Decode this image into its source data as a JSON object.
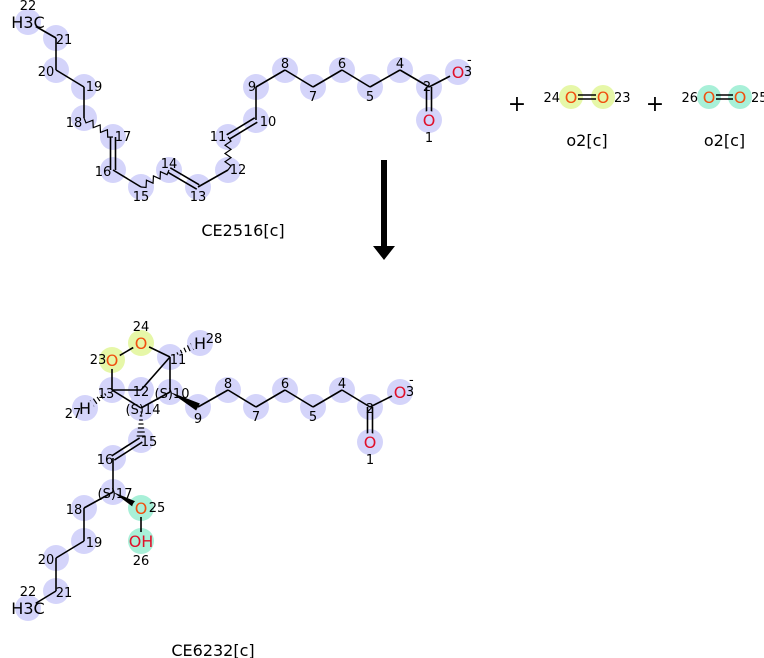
{
  "colors": {
    "carbon_highlight": "#d4d4fa",
    "o2_yellow": "#e6f7a8",
    "o2_teal": "#a8f0d8",
    "oxygen": "#e0102a",
    "oxygen_orange": "#f05010",
    "bond": "#000000"
  },
  "reactant": {
    "name": "CE2516[c]",
    "atoms": [
      {
        "num": "22",
        "sym": "H3C"
      },
      {
        "num": "21"
      },
      {
        "num": "20"
      },
      {
        "num": "19"
      },
      {
        "num": "18"
      },
      {
        "num": "17"
      },
      {
        "num": "16"
      },
      {
        "num": "15"
      },
      {
        "num": "14"
      },
      {
        "num": "13"
      },
      {
        "num": "12"
      },
      {
        "num": "11"
      },
      {
        "num": "10"
      },
      {
        "num": "9"
      },
      {
        "num": "8"
      },
      {
        "num": "7"
      },
      {
        "num": "6"
      },
      {
        "num": "5"
      },
      {
        "num": "4"
      },
      {
        "num": "2"
      },
      {
        "num": "3",
        "sym": "O",
        "charge": "-"
      },
      {
        "num": "1",
        "sym": "O"
      }
    ]
  },
  "o2_a": {
    "name": "o2[c]",
    "atoms": [
      {
        "num": "24",
        "sym": "O"
      },
      {
        "num": "23",
        "sym": "O"
      }
    ]
  },
  "o2_b": {
    "name": "o2[c]",
    "atoms": [
      {
        "num": "26",
        "sym": "O"
      },
      {
        "num": "25",
        "sym": "O"
      }
    ]
  },
  "plus": "+",
  "product": {
    "name": "CE6232[c]",
    "atoms": [
      {
        "num": "23",
        "sym": "O"
      },
      {
        "num": "24",
        "sym": "O"
      },
      {
        "num": "11"
      },
      {
        "num": "13"
      },
      {
        "num": "12"
      },
      {
        "num": "(S)10"
      },
      {
        "num": "(S)14"
      },
      {
        "num": "9"
      },
      {
        "num": "8"
      },
      {
        "num": "7"
      },
      {
        "num": "6"
      },
      {
        "num": "5"
      },
      {
        "num": "4"
      },
      {
        "num": "2"
      },
      {
        "num": "3",
        "sym": "O",
        "charge": "-"
      },
      {
        "num": "1",
        "sym": "O"
      },
      {
        "num": "15"
      },
      {
        "num": "16"
      },
      {
        "num": "(S)17"
      },
      {
        "num": "18"
      },
      {
        "num": "19"
      },
      {
        "num": "20"
      },
      {
        "num": "21"
      },
      {
        "num": "22",
        "sym": "H3C"
      },
      {
        "num": "25",
        "sym": "O"
      },
      {
        "num": "26",
        "sym": "OH"
      },
      {
        "num": "27",
        "sym": "H"
      },
      {
        "num": "28",
        "sym": "H"
      }
    ]
  }
}
